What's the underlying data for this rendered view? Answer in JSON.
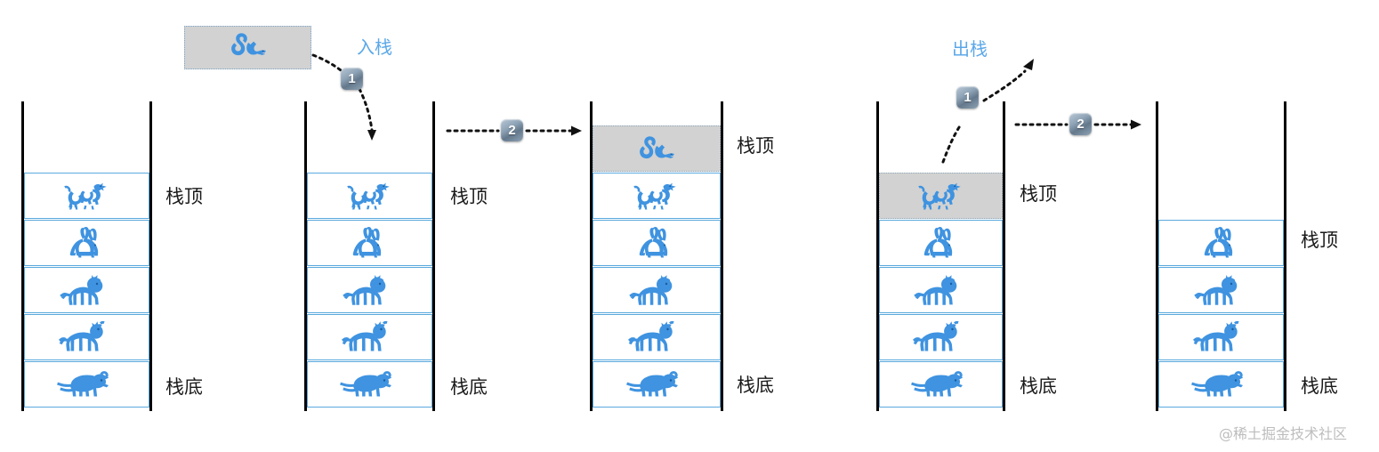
{
  "diagram": {
    "title": "Stack push and pop operation diagram",
    "colors": {
      "animal_blue": "#3f93e0",
      "cell_border": "#5aa9dd",
      "wall_black": "#000000",
      "highlight_gray": "#d2d2d2",
      "op_label_blue": "#5ca8e8",
      "label_black": "#1a1a1a",
      "watermark_gray": "#bdbdbd"
    },
    "labels": {
      "top": "栈顶",
      "bottom": "栈底",
      "push": "入栈",
      "pop": "出栈"
    },
    "steps": {
      "push_step_1": "1",
      "push_step_2": "2",
      "pop_step_1": "1",
      "pop_step_2": "2"
    },
    "floating_item": {
      "icon": "snake-icon",
      "state": "pushing"
    },
    "stacks": [
      {
        "id": "stack-before-push",
        "items": [
          {
            "icon": "dragon-icon",
            "highlight": false,
            "label": "栈顶"
          },
          {
            "icon": "rabbit-icon",
            "highlight": false,
            "label": ""
          },
          {
            "icon": "tiger-icon",
            "highlight": false,
            "label": ""
          },
          {
            "icon": "ox-icon",
            "highlight": false,
            "label": ""
          },
          {
            "icon": "rat-icon",
            "highlight": false,
            "label": "栈底"
          }
        ]
      },
      {
        "id": "stack-push-in-progress",
        "items": [
          {
            "icon": "dragon-icon",
            "highlight": false,
            "label": "栈顶"
          },
          {
            "icon": "rabbit-icon",
            "highlight": false,
            "label": ""
          },
          {
            "icon": "tiger-icon",
            "highlight": false,
            "label": ""
          },
          {
            "icon": "ox-icon",
            "highlight": false,
            "label": ""
          },
          {
            "icon": "rat-icon",
            "highlight": false,
            "label": "栈底"
          }
        ]
      },
      {
        "id": "stack-after-push",
        "items": [
          {
            "icon": "snake-icon",
            "highlight": true,
            "label": "栈顶"
          },
          {
            "icon": "dragon-icon",
            "highlight": false,
            "label": ""
          },
          {
            "icon": "rabbit-icon",
            "highlight": false,
            "label": ""
          },
          {
            "icon": "tiger-icon",
            "highlight": false,
            "label": ""
          },
          {
            "icon": "ox-icon",
            "highlight": false,
            "label": ""
          },
          {
            "icon": "rat-icon",
            "highlight": false,
            "label": "栈底"
          }
        ]
      },
      {
        "id": "stack-before-pop",
        "items": [
          {
            "icon": "dragon-icon",
            "highlight": true,
            "label": "栈顶"
          },
          {
            "icon": "rabbit-icon",
            "highlight": false,
            "label": ""
          },
          {
            "icon": "tiger-icon",
            "highlight": false,
            "label": ""
          },
          {
            "icon": "ox-icon",
            "highlight": false,
            "label": ""
          },
          {
            "icon": "rat-icon",
            "highlight": false,
            "label": "栈底"
          }
        ]
      },
      {
        "id": "stack-after-pop",
        "items": [
          {
            "icon": "rabbit-icon",
            "highlight": false,
            "label": "栈顶"
          },
          {
            "icon": "tiger-icon",
            "highlight": false,
            "label": ""
          },
          {
            "icon": "ox-icon",
            "highlight": false,
            "label": ""
          },
          {
            "icon": "rat-icon",
            "highlight": false,
            "label": "栈底"
          }
        ]
      }
    ],
    "watermark": "@稀土掘金技术社区"
  }
}
